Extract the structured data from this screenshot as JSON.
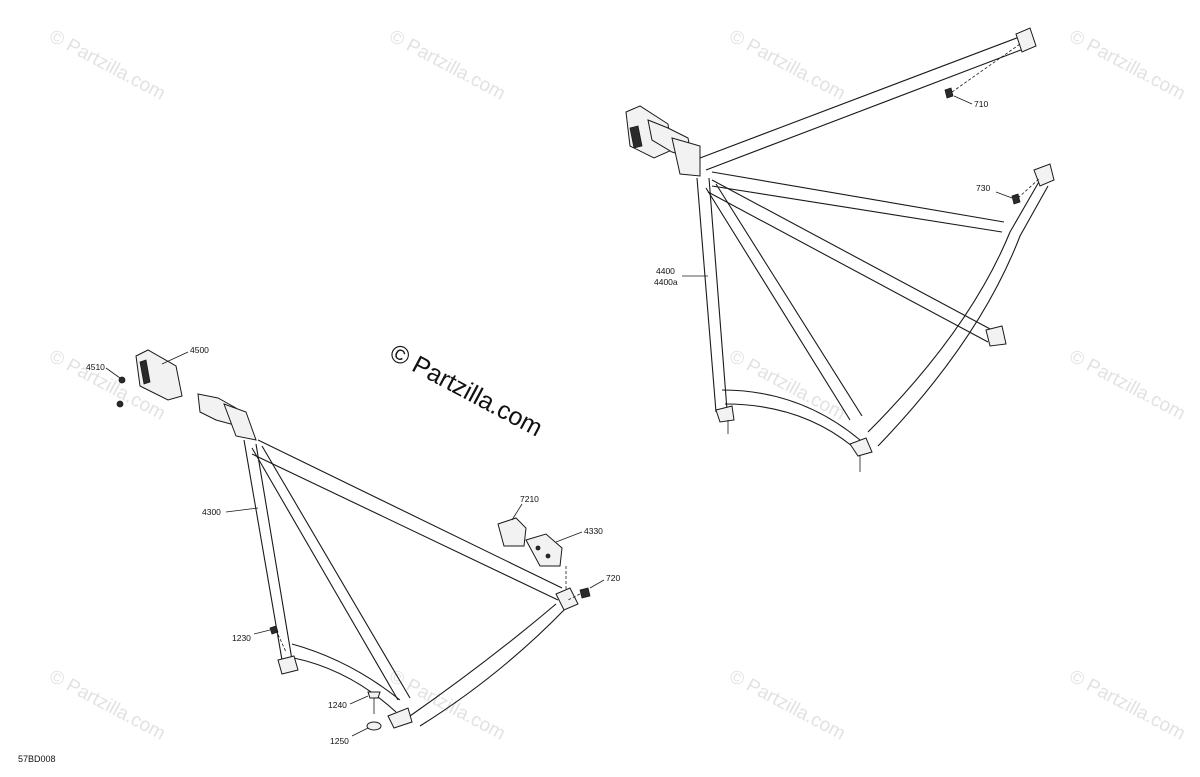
{
  "watermark": "© Partzilla.com",
  "center_watermark": "© Partzilla.com",
  "diagram_code": "57BD008",
  "callouts": {
    "c710": "710",
    "c730": "730",
    "c4400": "4400",
    "c4400a": "4400a",
    "c4510": "4510",
    "c4500": "4500",
    "c4300": "4300",
    "c7210": "7210",
    "c4330": "4330",
    "c720": "720",
    "c1230": "1230",
    "c1240": "1240",
    "c1250": "1250"
  }
}
